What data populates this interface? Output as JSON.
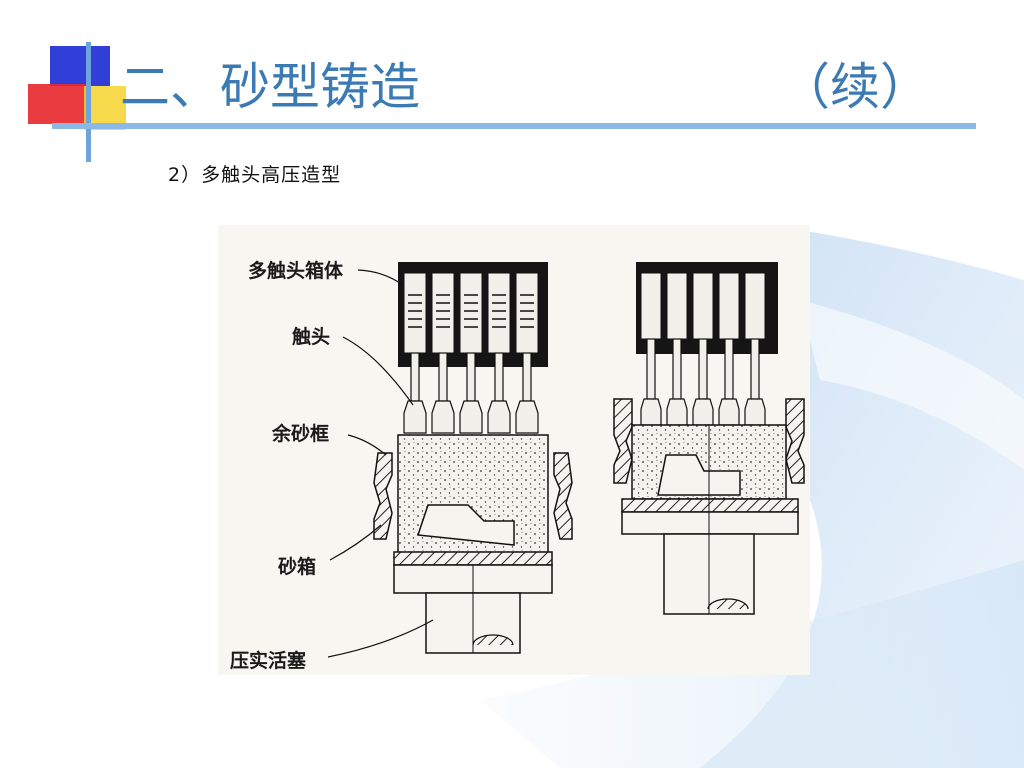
{
  "slide": {
    "title": "二、砂型铸造",
    "title_suffix": "（续）",
    "subtitle": "2）多触头高压造型"
  },
  "figure": {
    "labels": {
      "box": "多触头箱体",
      "heads": "触头",
      "frame": "余砂框",
      "flask": "砂箱",
      "piston": "压实活塞"
    }
  },
  "colors": {
    "title": "#3b7ab3",
    "rule": "#8cb8e6",
    "logo_blue": "#2f3fd8",
    "logo_red": "#e8262b",
    "logo_yellow": "#f6d32b"
  }
}
